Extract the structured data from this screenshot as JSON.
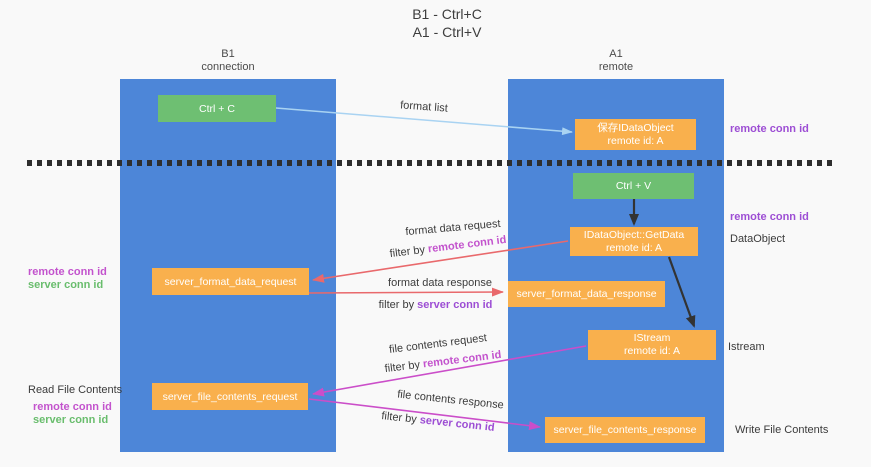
{
  "title": {
    "line1": "B1 - Ctrl+C",
    "line2": "A1 - Ctrl+V"
  },
  "lanes": {
    "left": {
      "name": "B1",
      "role": "connection"
    },
    "right": {
      "name": "A1",
      "role": "remote"
    }
  },
  "nodes": {
    "ctrl_c": {
      "label": "Ctrl + C"
    },
    "ctrl_v": {
      "label": "Ctrl + V"
    },
    "save_dataobject": {
      "line1": "保存IDataObject",
      "line2": "remote id: A"
    },
    "getdata": {
      "line1": "IDataObject::GetData",
      "line2": "remote id: A"
    },
    "istream": {
      "line1": "IStream",
      "line2": "remote id: A"
    },
    "format_request": {
      "label": "server_format_data_request"
    },
    "format_response": {
      "label": "server_format_data_response"
    },
    "file_request": {
      "label": "server_file_contents_request"
    },
    "file_response": {
      "label": "server_file_contents_response"
    }
  },
  "edges": {
    "format_list": "format list",
    "format_data_request": "format data request",
    "format_data_response": "format data response",
    "file_contents_request": "file contents request",
    "file_contents_response": "file contents response",
    "filter_by": "filter by",
    "remote_conn_id": "remote conn id",
    "server_conn_id": "server conn id"
  },
  "side_labels": {
    "remote_conn_id": "remote conn id",
    "server_conn_id": "server conn id",
    "dataobject": "DataObject",
    "istream": "Istream",
    "read_file_contents": "Read File Contents",
    "write_file_contents": "Write File Contents"
  },
  "colors": {
    "lane_blue": "#4d86d8",
    "box_green": "#6ebf72",
    "box_orange": "#f9b04d",
    "arrow_light_blue": "#a9d3f2",
    "arrow_red": "#e9696c",
    "arrow_pink": "#cb4ec9",
    "arrow_black": "#333333",
    "dashed_line": "#2e2e2e",
    "label_magenta": "#c353cd",
    "label_purple": "#9d4ed4",
    "label_green": "#69bd6d",
    "background": "#f9f9f9"
  }
}
